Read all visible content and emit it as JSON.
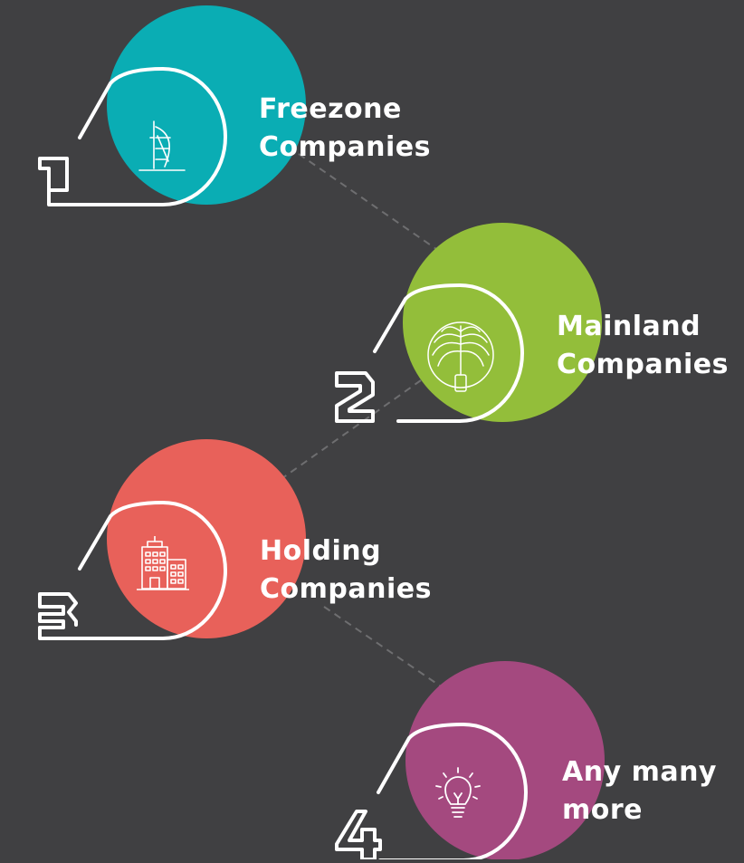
{
  "items": [
    {
      "number": "1",
      "line1": "Freezone",
      "line2": "Companies",
      "icon": "burj-al-arab-icon",
      "color": "#0AADB4"
    },
    {
      "number": "2",
      "line1": "Mainland",
      "line2": "Companies",
      "icon": "palm-island-icon",
      "color": "#93BE3A"
    },
    {
      "number": "3",
      "line1": "Holding",
      "line2": "Companies",
      "icon": "office-building-icon",
      "color": "#E8615A"
    },
    {
      "number": "4",
      "line1": "Any many",
      "line2": "more",
      "icon": "lightbulb-icon",
      "color": "#A4497F"
    }
  ]
}
